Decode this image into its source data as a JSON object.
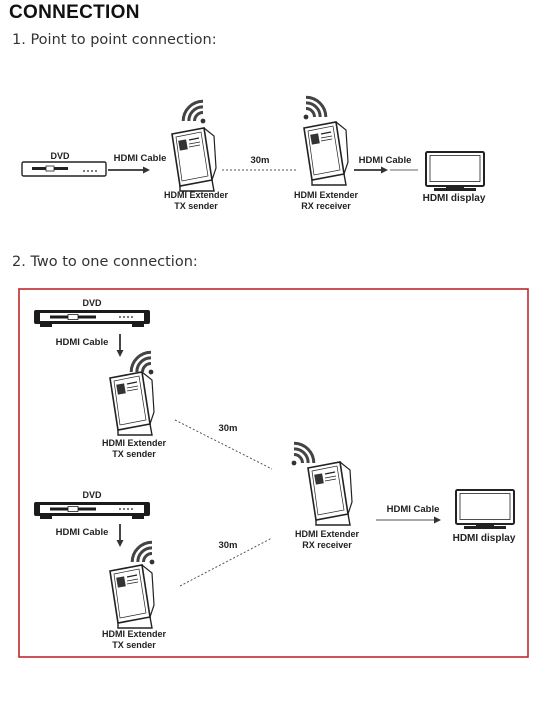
{
  "title": "CONNECTION",
  "section1": {
    "heading": "1. Point to point  connection:",
    "dvd": "DVD",
    "cable_in": "HDMI Cable",
    "tx_line1": "HDMI Extender",
    "tx_line2": "TX sender",
    "distance": "30m",
    "rx_line1": "HDMI Extender",
    "rx_line2": "RX receiver",
    "cable_out": "HDMI Cable",
    "display": "HDMI display"
  },
  "section2": {
    "heading": "2. Two to one connection:",
    "dvd_top": "DVD",
    "cable_top": "HDMI Cable",
    "tx_top_line1": "HDMI Extender",
    "tx_top_line2": "TX sender",
    "distance_top": "30m",
    "dvd_bottom": "DVD",
    "cable_bottom": "HDMI Cable",
    "tx_bottom_line1": "HDMI Extender",
    "tx_bottom_line2": "TX sender",
    "distance_bottom": "30m",
    "rx_line1": "HDMI Extender",
    "rx_line2": "RX receiver",
    "cable_out": "HDMI Cable",
    "display": "HDMI display",
    "frame_color": "#c0282d"
  }
}
